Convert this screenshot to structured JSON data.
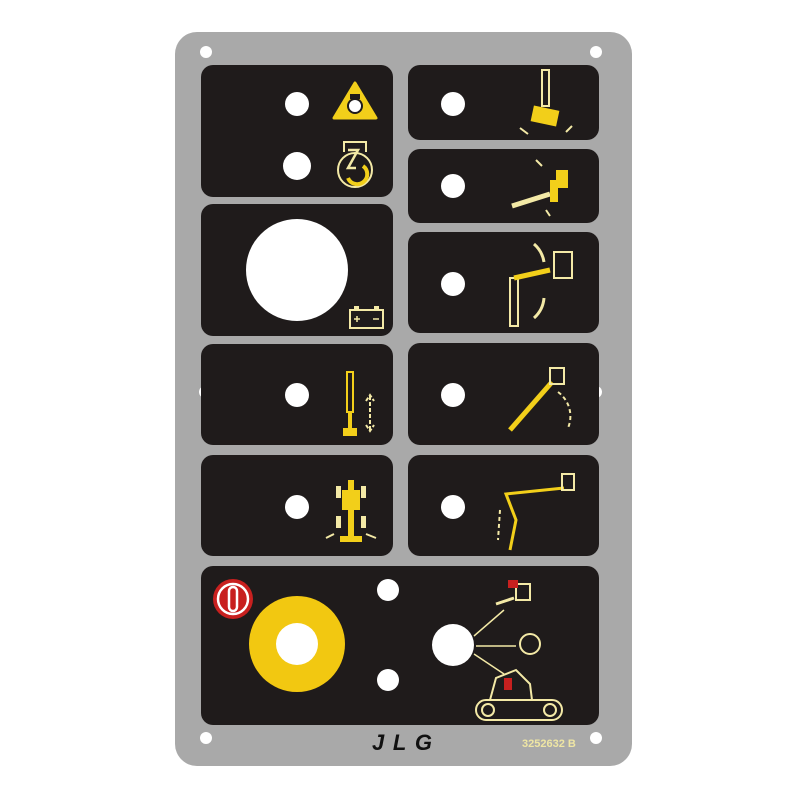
{
  "panel": {
    "logo_text": "JLG",
    "part_number": "3252632 B",
    "colors": {
      "plate": "#a9a9a9",
      "panel": "#1f1b1b",
      "icon_yellow": "#f2cf1a",
      "icon_line": "#f3e9a6",
      "stop_red": "#c8201f"
    },
    "controls": [
      {
        "id": "fault-indicator",
        "icon": "engine-warning-icon"
      },
      {
        "id": "glow-plug-button",
        "icon": "glow-plug-icon"
      },
      {
        "id": "battery-indicator",
        "icon": "battery-icon"
      },
      {
        "id": "jib-lift-button",
        "icon": "jib-up-down-icon"
      },
      {
        "id": "drive-button",
        "icon": "drive-steer-icon"
      },
      {
        "id": "platform-rotate-button",
        "icon": "platform-rotate-icon"
      },
      {
        "id": "platform-level-button",
        "icon": "platform-level-icon"
      },
      {
        "id": "jib-swing-button",
        "icon": "jib-swing-icon"
      },
      {
        "id": "main-boom-button",
        "icon": "main-boom-lift-icon"
      },
      {
        "id": "tower-boom-button",
        "icon": "tower-boom-icon"
      },
      {
        "id": "emergency-stop",
        "icon": "stop-icon"
      },
      {
        "id": "platform-control-selector",
        "icon": "platform-ground-select-icon"
      }
    ]
  }
}
